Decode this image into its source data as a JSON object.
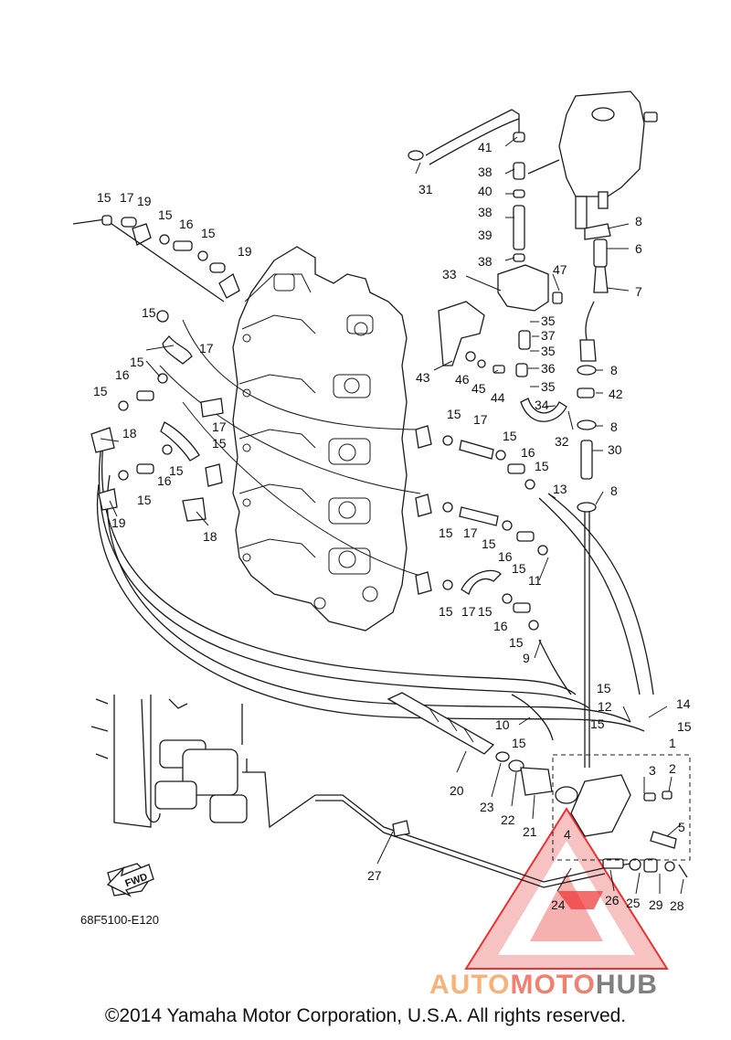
{
  "diagram_code": "68F5100-E120",
  "fwd_label": "FWD",
  "copyright": "©2014 Yamaha Motor Corporation, U.S.A. All rights reserved.",
  "watermark": {
    "part1": "AUTO",
    "part2": "MOTO",
    "part3": "HUB",
    "color_auto": "#f7b27a",
    "color_moto": "#f08070",
    "color_hub": "#7f7f7f",
    "triangle_color": "#f03030"
  },
  "callouts": [
    {
      "id": "c1",
      "text": "1"
    },
    {
      "id": "c2",
      "text": "2"
    },
    {
      "id": "c3",
      "text": "3"
    },
    {
      "id": "c4",
      "text": "4"
    },
    {
      "id": "c5",
      "text": "5"
    },
    {
      "id": "c6",
      "text": "6"
    },
    {
      "id": "c7",
      "text": "7"
    },
    {
      "id": "c8a",
      "text": "8"
    },
    {
      "id": "c8b",
      "text": "8"
    },
    {
      "id": "c8c",
      "text": "8"
    },
    {
      "id": "c8d",
      "text": "8"
    },
    {
      "id": "c9",
      "text": "9"
    },
    {
      "id": "c10",
      "text": "10"
    },
    {
      "id": "c11",
      "text": "11"
    },
    {
      "id": "c12",
      "text": "12"
    },
    {
      "id": "c13",
      "text": "13"
    },
    {
      "id": "c14",
      "text": "14"
    },
    {
      "id": "c15a",
      "text": "15"
    },
    {
      "id": "c15b",
      "text": "15"
    },
    {
      "id": "c15c",
      "text": "15"
    },
    {
      "id": "c15d",
      "text": "15"
    },
    {
      "id": "c15e",
      "text": "15"
    },
    {
      "id": "c15f",
      "text": "15"
    },
    {
      "id": "c15g",
      "text": "15"
    },
    {
      "id": "c15h",
      "text": "15"
    },
    {
      "id": "c15i",
      "text": "15"
    },
    {
      "id": "c15j",
      "text": "15"
    },
    {
      "id": "c15k",
      "text": "15"
    },
    {
      "id": "c15l",
      "text": "15"
    },
    {
      "id": "c15m",
      "text": "15"
    },
    {
      "id": "c15n",
      "text": "15"
    },
    {
      "id": "c15o",
      "text": "15"
    },
    {
      "id": "c15p",
      "text": "15"
    },
    {
      "id": "c15q",
      "text": "15"
    },
    {
      "id": "c15r",
      "text": "15"
    },
    {
      "id": "c15s",
      "text": "15"
    },
    {
      "id": "c15t",
      "text": "15"
    },
    {
      "id": "c15u",
      "text": "15"
    },
    {
      "id": "c15v",
      "text": "15"
    },
    {
      "id": "c15w",
      "text": "15"
    },
    {
      "id": "c15x",
      "text": "15"
    },
    {
      "id": "c15y",
      "text": "15"
    },
    {
      "id": "c16a",
      "text": "16"
    },
    {
      "id": "c16b",
      "text": "16"
    },
    {
      "id": "c16c",
      "text": "16"
    },
    {
      "id": "c16d",
      "text": "16"
    },
    {
      "id": "c16e",
      "text": "16"
    },
    {
      "id": "c16f",
      "text": "16"
    },
    {
      "id": "c17a",
      "text": "17"
    },
    {
      "id": "c17b",
      "text": "17"
    },
    {
      "id": "c17c",
      "text": "17"
    },
    {
      "id": "c17d",
      "text": "17"
    },
    {
      "id": "c17e",
      "text": "17"
    },
    {
      "id": "c17f",
      "text": "17"
    },
    {
      "id": "c18a",
      "text": "18"
    },
    {
      "id": "c18b",
      "text": "18"
    },
    {
      "id": "c19a",
      "text": "19"
    },
    {
      "id": "c19b",
      "text": "19"
    },
    {
      "id": "c19c",
      "text": "19"
    },
    {
      "id": "c20",
      "text": "20"
    },
    {
      "id": "c21",
      "text": "21"
    },
    {
      "id": "c22",
      "text": "22"
    },
    {
      "id": "c23",
      "text": "23"
    },
    {
      "id": "c24",
      "text": "24"
    },
    {
      "id": "c25",
      "text": "25"
    },
    {
      "id": "c26",
      "text": "26"
    },
    {
      "id": "c27",
      "text": "27"
    },
    {
      "id": "c28",
      "text": "28"
    },
    {
      "id": "c29",
      "text": "29"
    },
    {
      "id": "c30",
      "text": "30"
    },
    {
      "id": "c31",
      "text": "31"
    },
    {
      "id": "c32",
      "text": "32"
    },
    {
      "id": "c33",
      "text": "33"
    },
    {
      "id": "c34",
      "text": "34"
    },
    {
      "id": "c35a",
      "text": "35"
    },
    {
      "id": "c35b",
      "text": "35"
    },
    {
      "id": "c35c",
      "text": "35"
    },
    {
      "id": "c36",
      "text": "36"
    },
    {
      "id": "c37",
      "text": "37"
    },
    {
      "id": "c38a",
      "text": "38"
    },
    {
      "id": "c38b",
      "text": "38"
    },
    {
      "id": "c38c",
      "text": "38"
    },
    {
      "id": "c39",
      "text": "39"
    },
    {
      "id": "c40",
      "text": "40"
    },
    {
      "id": "c41",
      "text": "41"
    },
    {
      "id": "c42",
      "text": "42"
    },
    {
      "id": "c43",
      "text": "43"
    },
    {
      "id": "c44",
      "text": "44"
    },
    {
      "id": "c45",
      "text": "45"
    },
    {
      "id": "c46",
      "text": "46"
    },
    {
      "id": "c47",
      "text": "47"
    }
  ]
}
